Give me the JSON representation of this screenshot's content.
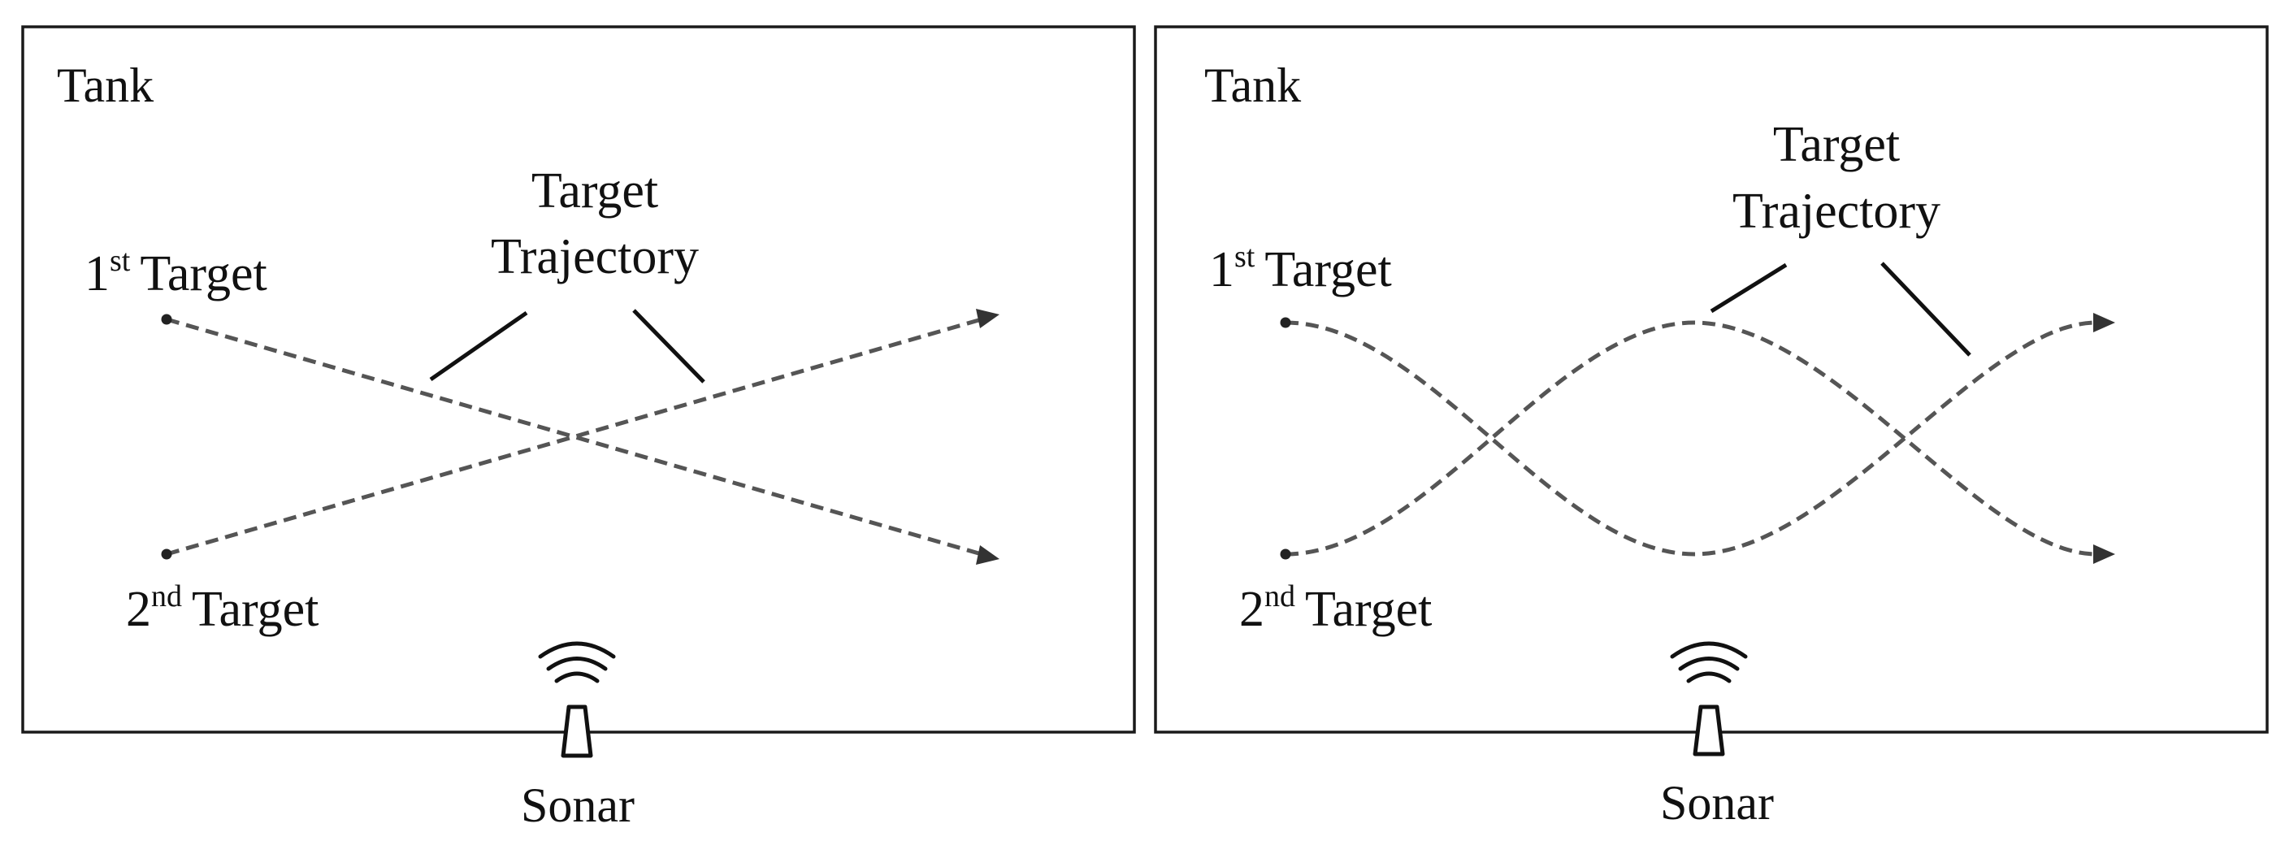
{
  "panels": [
    {
      "id": "left",
      "tank_label": "Tank",
      "target1_label": {
        "number": "1",
        "suffix": "st",
        "word": "Target"
      },
      "target2_label": {
        "number": "2",
        "suffix": "nd",
        "word": "Target"
      },
      "trajectory_label_line1": "Target",
      "trajectory_label_line2": "Trajectory",
      "trajectory_shape": "straight-crossing",
      "sonar_label": "Sonar"
    },
    {
      "id": "right",
      "tank_label": "Tank",
      "target1_label": {
        "number": "1",
        "suffix": "st",
        "word": "Target"
      },
      "target2_label": {
        "number": "2",
        "suffix": "nd",
        "word": "Target"
      },
      "trajectory_label_line1": "Target",
      "trajectory_label_line2": "Trajectory",
      "trajectory_shape": "sinusoidal-crossing",
      "sonar_label": "Sonar"
    }
  ],
  "colors": {
    "frame": "#1a1a1a",
    "trajectory": "#555555",
    "text": "#111111",
    "background": "#ffffff"
  },
  "icons": [
    "sonar-icon",
    "arrowhead-icon",
    "start-dot-icon"
  ]
}
